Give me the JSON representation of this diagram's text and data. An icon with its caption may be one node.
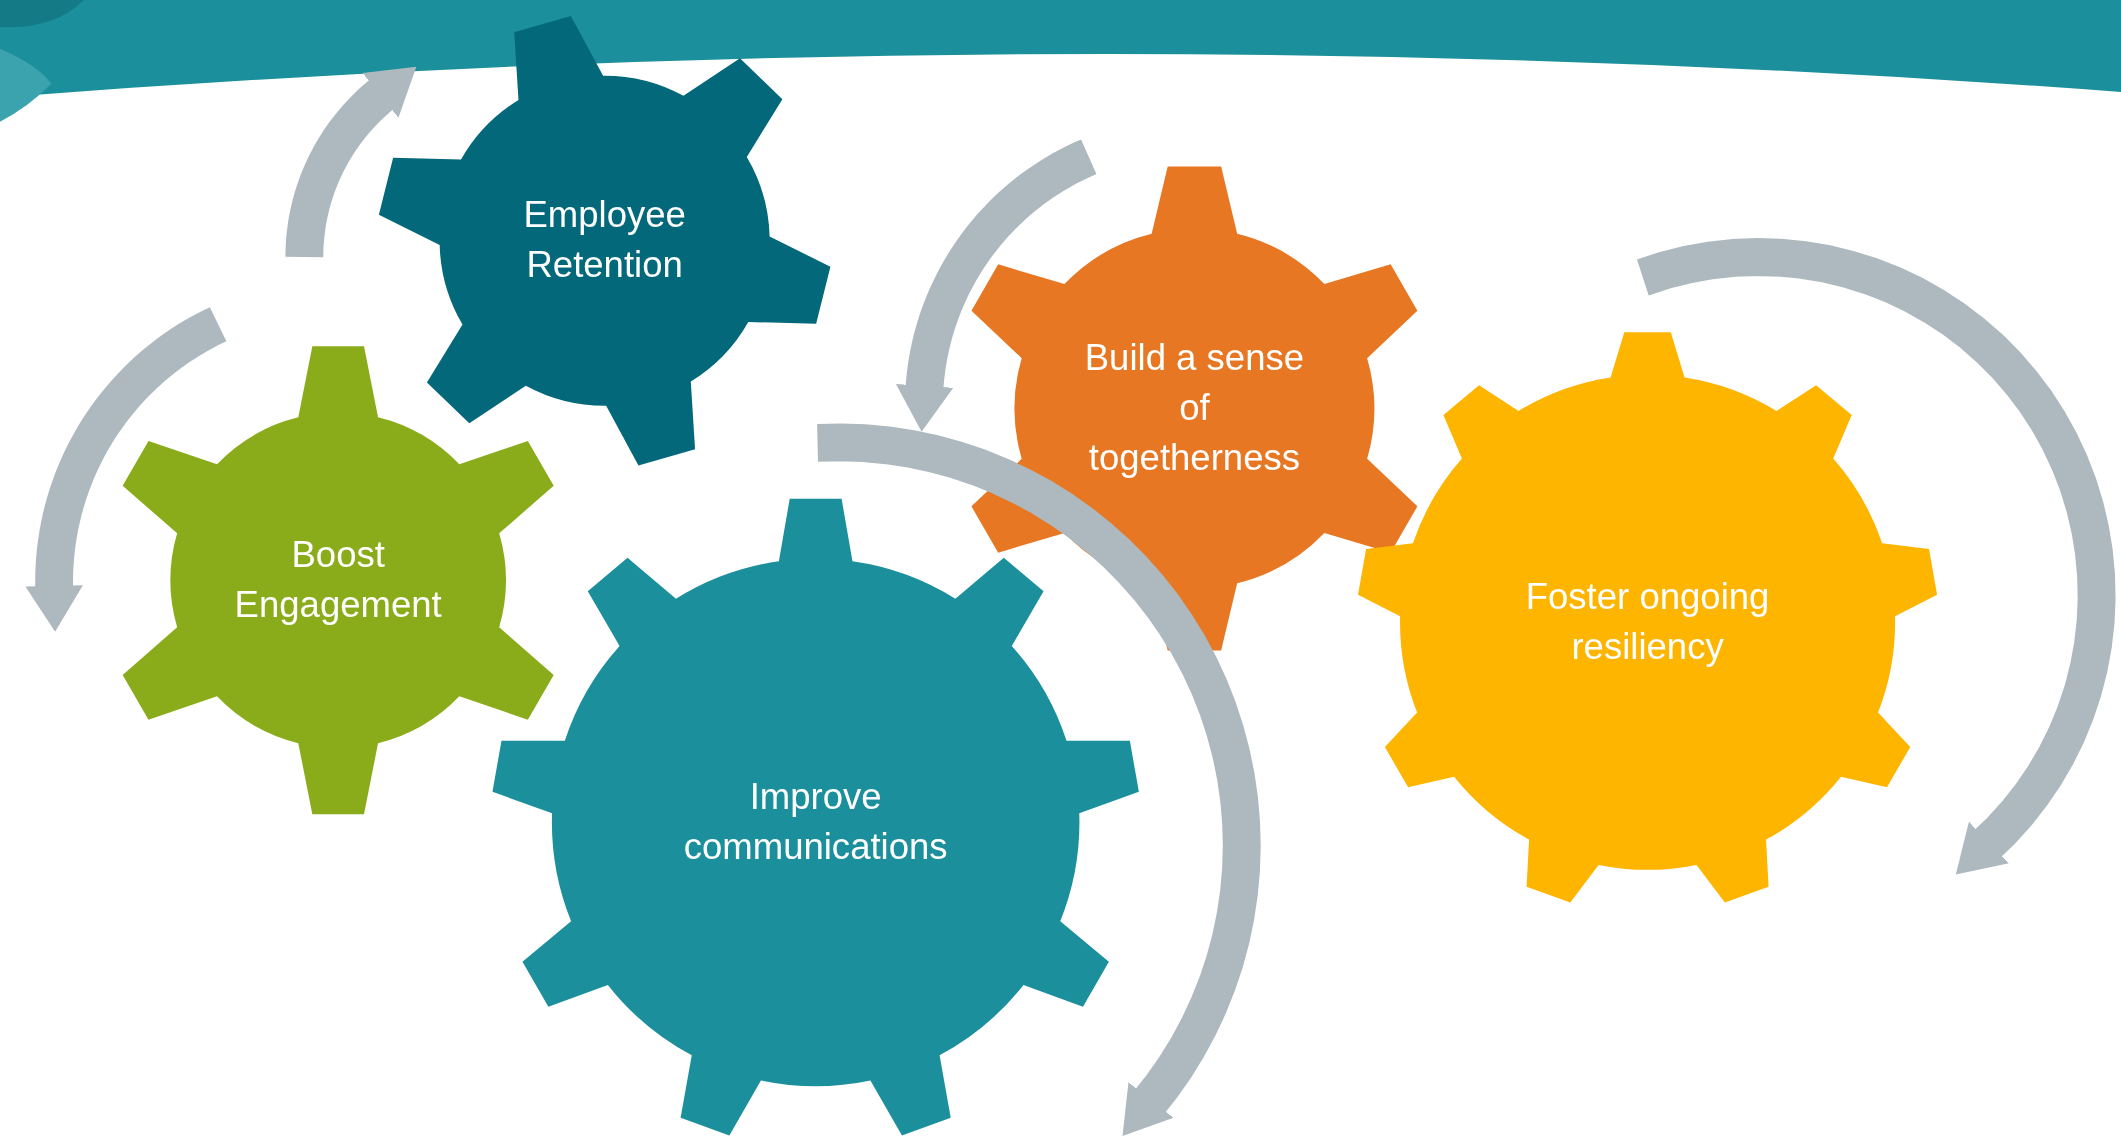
{
  "diagram": {
    "nodes": [
      {
        "text": [
          "Employee Retention"
        ]
      },
      {
        "text": [
          "Boost Engagement"
        ]
      },
      {
        "text": [
          "Build a sense of togetherness"
        ]
      },
      {
        "text": [
          "Improve communications"
        ]
      },
      {
        "text": [
          "Foster ongoing resiliency"
        ]
      }
    ]
  }
}
